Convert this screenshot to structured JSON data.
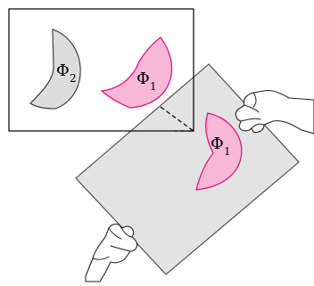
{
  "figure": {
    "colors": {
      "pink_fill": "#f7b8d8",
      "pink_stroke": "#e0157e",
      "grey_fill": "#dcdcdc",
      "sheet_fill": "#e3e3e3"
    },
    "labels": {
      "phi2": {
        "symbol": "Φ",
        "subscript": "2"
      },
      "phi1_frame": {
        "symbol": "Φ",
        "subscript": "1"
      },
      "phi1_sheet": {
        "symbol": "Φ",
        "subscript": "1"
      }
    }
  }
}
